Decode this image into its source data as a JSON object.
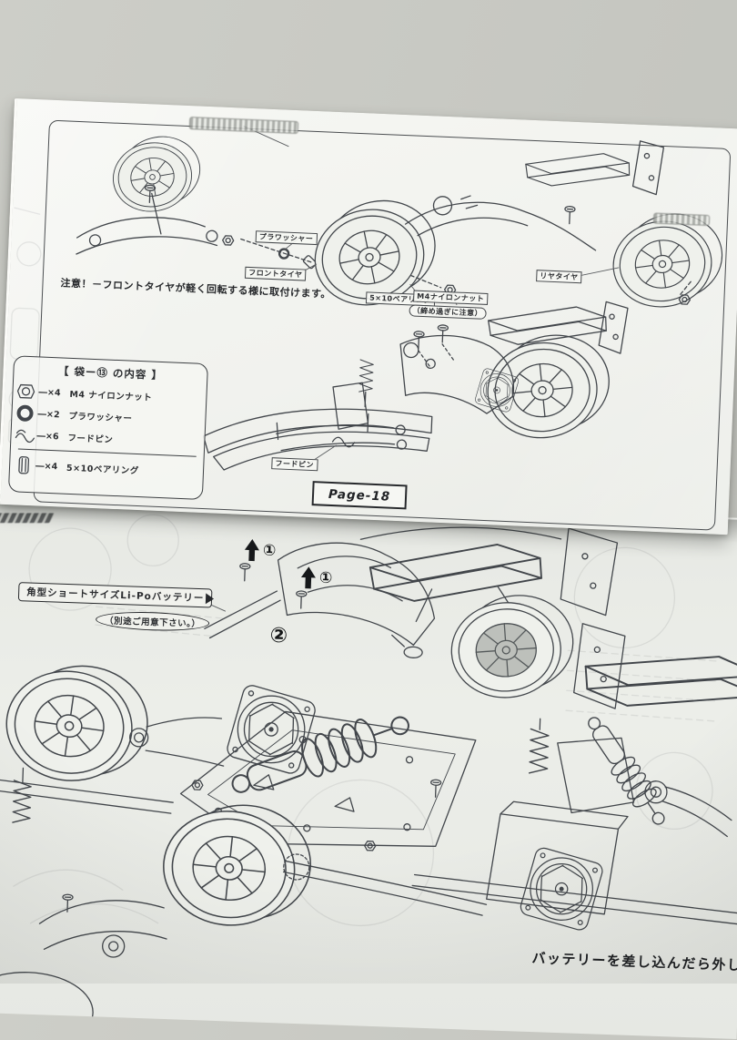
{
  "colors": {
    "ink": "#42464b",
    "paper": "#f2f3ee",
    "desk": "#c8c9c3"
  },
  "top_page": {
    "page_label": "Page-18",
    "note": "注意！－フロントタイヤが軽く回転する様に取付けます。",
    "bag_box": {
      "title": "【 袋ー⑬ の内容 】",
      "items": [
        {
          "qty": "―×4",
          "name": "M4 ナイロンナット",
          "icon": "nylon-nut-icon"
        },
        {
          "qty": "―×2",
          "name": "プラワッシャー",
          "icon": "plastic-washer-icon"
        },
        {
          "qty": "―×6",
          "name": "フードピン",
          "icon": "hood-pin-icon"
        },
        {
          "qty": "―×4",
          "name": "5×10ベアリング",
          "icon": "bearing-icon"
        }
      ]
    },
    "labels": {
      "front_tire": "フロントタイヤ",
      "pla_washer": "プラワッシャー",
      "bearing": "5×10ベアリング",
      "nylon_nut": "M4ナイロンナット",
      "nut_caution": "（締め過ぎに注意）",
      "rear_tire": "リヤタイヤ",
      "hood_pin": "フードピン"
    }
  },
  "bottom_page": {
    "battery_note_line1": "角型ショートサイズLi-Poバッテリー",
    "battery_note_line2": "（別途ご用意下さい。）",
    "step_markers": {
      "one": "①",
      "two": "②"
    },
    "caption": "バッテリーを差し込んだら外したバ"
  }
}
